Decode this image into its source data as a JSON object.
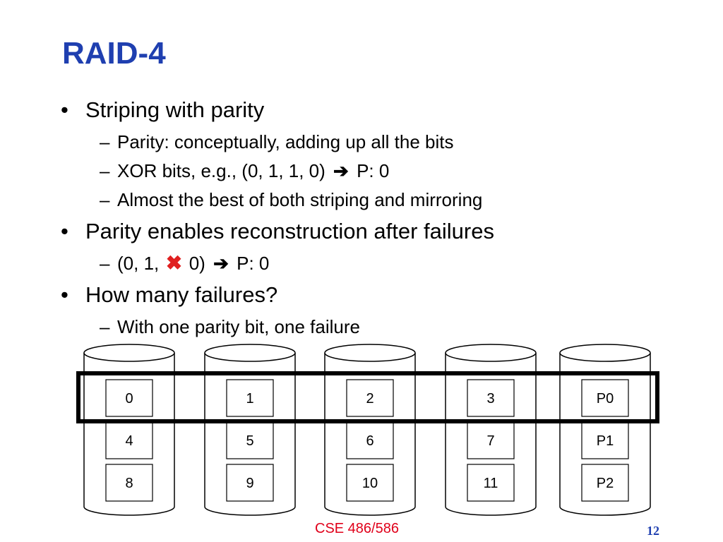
{
  "slide": {
    "title": "RAID-4",
    "bullets": [
      {
        "text": "Striping with parity"
      },
      {
        "text": "Parity enables reconstruction after failures"
      },
      {
        "text": "How many failures?"
      }
    ],
    "sub": {
      "parity": "Parity: conceptually, adding up all the bits",
      "xor_pre": "XOR bits, e.g., (0, 1, 1, 0)",
      "xor_post": "P: 0",
      "almost": "Almost the best of both striping and mirroring",
      "recon_pre": "(0, 1,",
      "recon_mid": "0)",
      "recon_post": "P: 0",
      "one_failure": "With one parity bit, one failure"
    },
    "bullet_char": "•",
    "dash_char": "–",
    "arrow_char": "➔",
    "x_char": "✖",
    "footer": "CSE 486/586",
    "page_number": "12"
  },
  "disks": [
    {
      "blocks": [
        "0",
        "4",
        "8"
      ]
    },
    {
      "blocks": [
        "1",
        "5",
        "9"
      ]
    },
    {
      "blocks": [
        "2",
        "6",
        "10"
      ]
    },
    {
      "blocks": [
        "3",
        "7",
        "11"
      ]
    },
    {
      "blocks": [
        "P0",
        "P1",
        "P2"
      ]
    }
  ],
  "colors": {
    "title": "#1f3fb0",
    "footer": "#e0001a",
    "failure_mark": "#e02020"
  }
}
